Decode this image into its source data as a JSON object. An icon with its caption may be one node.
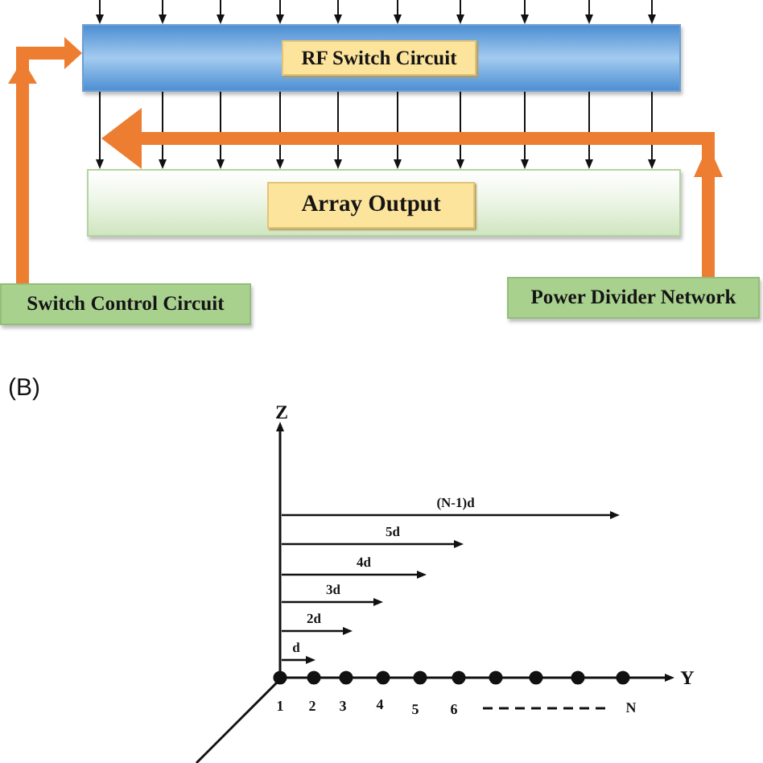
{
  "diagram": {
    "nodes": [
      {
        "text": [
          "RF Switch Circuit"
        ]
      },
      {
        "text": [
          "Array Output"
        ]
      },
      {
        "text": [
          "Switch Control Circuit"
        ]
      },
      {
        "text": [
          "Power Divider Network"
        ]
      }
    ],
    "edges": [
      {
        "from": null,
        "to": 0,
        "arrow": "to"
      },
      {
        "from": null,
        "to": 0,
        "arrow": "to"
      },
      {
        "from": null,
        "to": 0,
        "arrow": "to"
      },
      {
        "from": null,
        "to": 0,
        "arrow": "to"
      },
      {
        "from": null,
        "to": 0,
        "arrow": "to"
      },
      {
        "from": null,
        "to": 0,
        "arrow": "to"
      },
      {
        "from": null,
        "to": 0,
        "arrow": "to"
      },
      {
        "from": null,
        "to": 0,
        "arrow": "to"
      },
      {
        "from": null,
        "to": 0,
        "arrow": "to"
      },
      {
        "from": null,
        "to": 0,
        "arrow": "to"
      },
      {
        "from": 0,
        "to": 1,
        "arrow": "to"
      },
      {
        "from": 0,
        "to": 1,
        "arrow": "to"
      },
      {
        "from": 0,
        "to": 1,
        "arrow": "to"
      },
      {
        "from": 0,
        "to": 1,
        "arrow": "to"
      },
      {
        "from": 0,
        "to": 1,
        "arrow": "to"
      },
      {
        "from": 0,
        "to": 1,
        "arrow": "to"
      },
      {
        "from": 0,
        "to": 1,
        "arrow": "to"
      },
      {
        "from": 0,
        "to": 1,
        "arrow": "to"
      },
      {
        "from": 0,
        "to": 1,
        "arrow": "to"
      },
      {
        "from": 0,
        "to": 1,
        "arrow": "to"
      },
      {
        "from": 2,
        "to": 0,
        "arrow": "to",
        "style": "thick",
        "color": "#ed7d31"
      },
      {
        "from": 3,
        "to": 1,
        "arrow": "to",
        "style": "thick",
        "color": "#ed7d31"
      }
    ],
    "labels": [
      "(B)",
      "Z",
      "(N-1)d",
      "5d",
      "4d",
      "3d",
      "2d",
      "d",
      "Y",
      "1",
      "2",
      "3",
      "4",
      "5",
      "6",
      "N"
    ]
  }
}
